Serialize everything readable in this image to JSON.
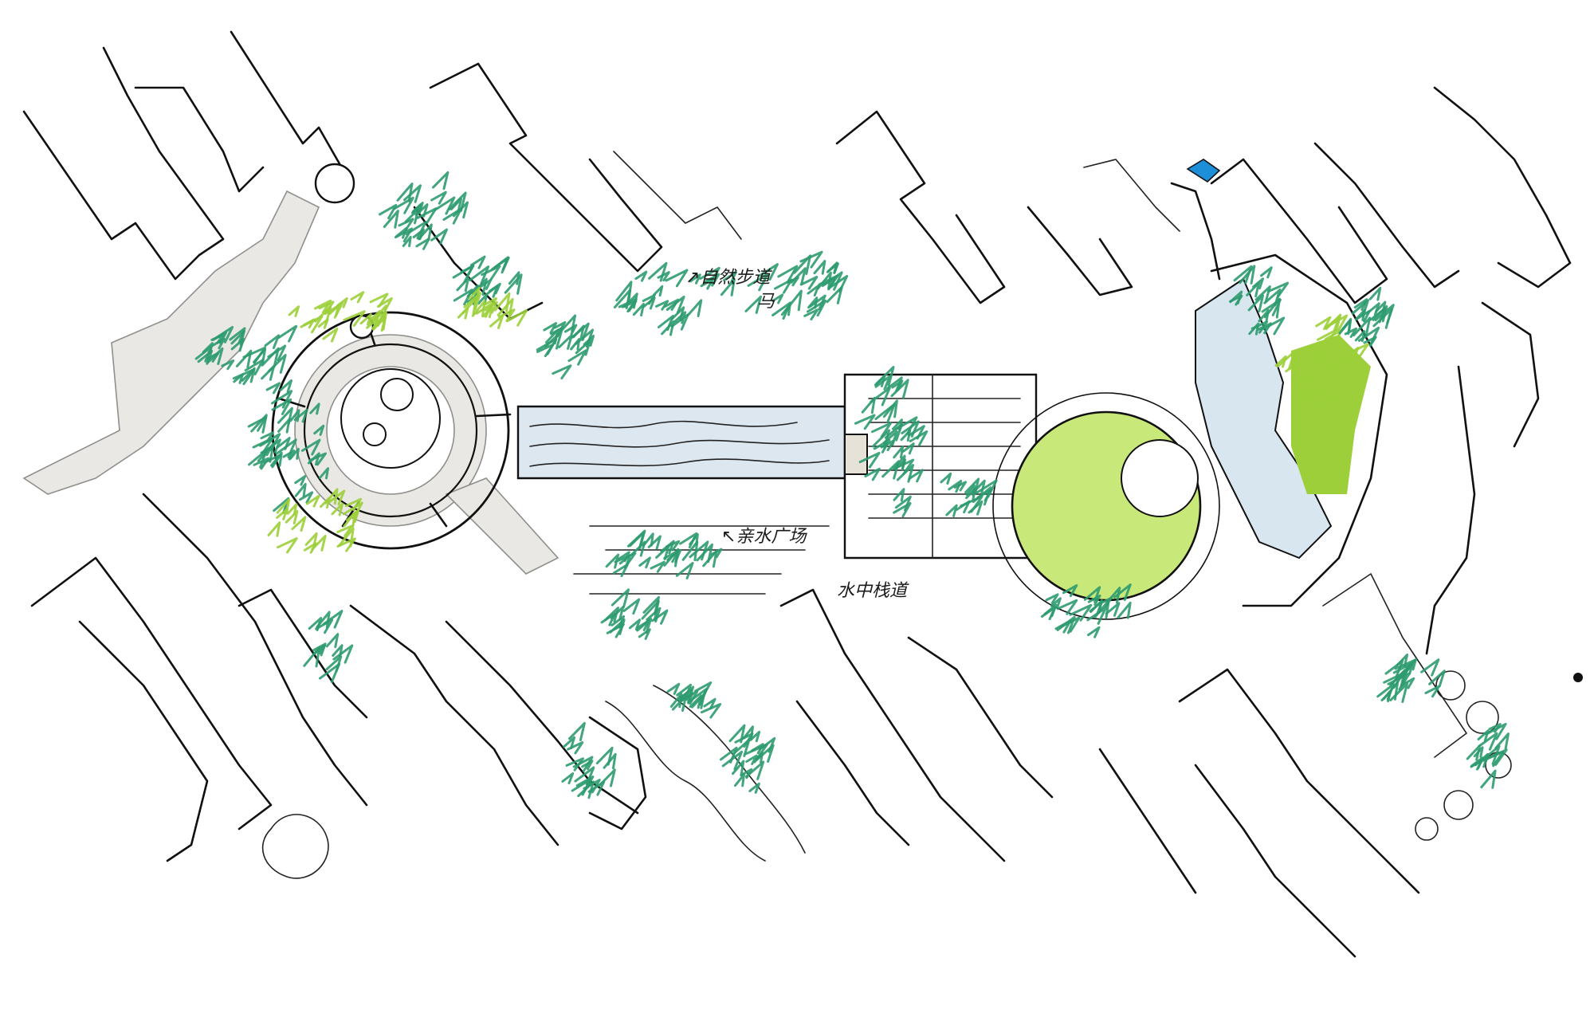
{
  "labels": {
    "north_annotation": "↗自然步道",
    "east_annotation": "马",
    "center_annotation": "↖亲水广场",
    "south_annotation": "水中栈道"
  },
  "colors": {
    "ink": "#111111",
    "paving": "#e9e8e4",
    "dark_green": "#2e9b6f",
    "light_green": "#9ccf3a",
    "water": "#d8e6f0",
    "blue_accent": "#1c8fd8"
  }
}
